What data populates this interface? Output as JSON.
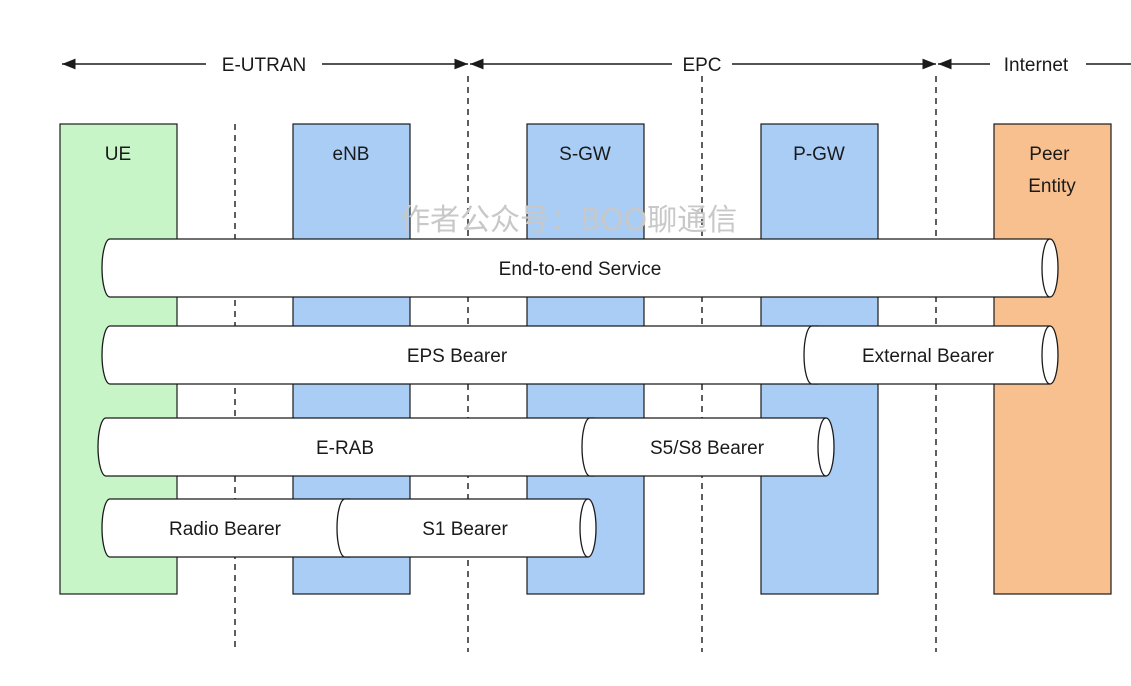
{
  "regions": [
    {
      "id": "eutran",
      "label": "E-UTRAN"
    },
    {
      "id": "epc",
      "label": "EPC"
    },
    {
      "id": "internet",
      "label": "Internet"
    }
  ],
  "nodes": [
    {
      "id": "ue",
      "label": [
        "UE"
      ],
      "color": "#c8f5c8"
    },
    {
      "id": "enb",
      "label": [
        "eNB"
      ],
      "color": "#a9cdf5"
    },
    {
      "id": "sgw",
      "label": [
        "S-GW"
      ],
      "color": "#a9cdf5"
    },
    {
      "id": "pgw",
      "label": [
        "P-GW"
      ],
      "color": "#a9cdf5"
    },
    {
      "id": "peer",
      "label": [
        "Peer",
        "Entity"
      ],
      "color": "#f9c08f"
    }
  ],
  "bearers": [
    {
      "id": "end-to-end-service",
      "label": "End-to-end Service"
    },
    {
      "id": "eps-bearer",
      "label": "EPS Bearer"
    },
    {
      "id": "external-bearer",
      "label": "External Bearer"
    },
    {
      "id": "e-rab",
      "label": "E-RAB"
    },
    {
      "id": "s5s8-bearer",
      "label": "S5/S8 Bearer"
    },
    {
      "id": "radio-bearer",
      "label": "Radio Bearer"
    },
    {
      "id": "s1-bearer",
      "label": "S1 Bearer"
    }
  ],
  "watermark": "作者公众号：BOO聊通信",
  "colors": {
    "stroke": "#1a1a1a",
    "pipe_fill": "#ffffff"
  }
}
